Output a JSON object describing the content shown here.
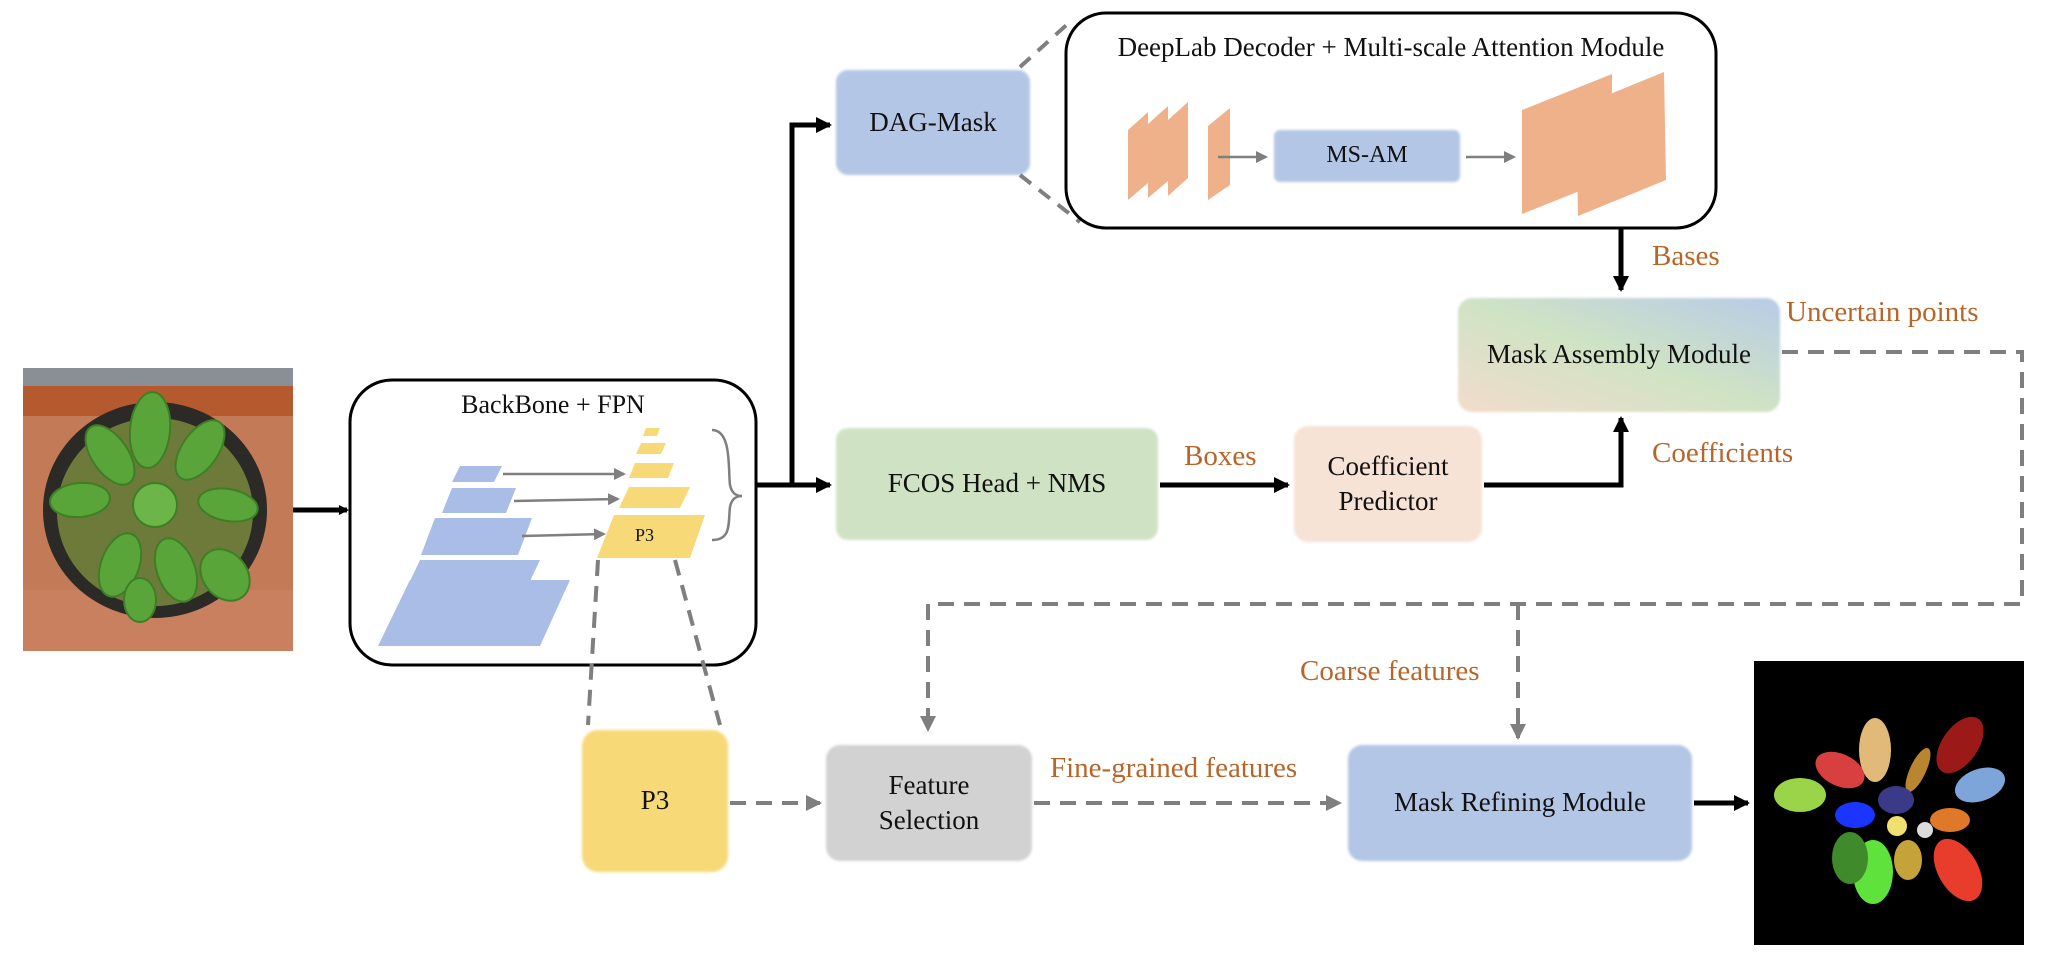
{
  "colors": {
    "blue_box": "#b4c6e6",
    "green_box": "#cfe3c4",
    "peach_box": "#f7e2d6",
    "yellow": "#f8d978",
    "gray_box": "#d2d2d2",
    "feature_orange": "#efb18a",
    "label_orange": "#b8652a",
    "dash_gray": "#7f7f7f"
  },
  "input_image": {
    "name": "plant-photo"
  },
  "output_image": {
    "name": "segmentation-mask"
  },
  "backbone": {
    "title": "BackBone + FPN",
    "p3_tag": "P3"
  },
  "decoder": {
    "title": "DeepLab Decoder + Multi-scale Attention Module",
    "msam": "MS-AM"
  },
  "boxes": {
    "dag_mask": "DAG-Mask",
    "fcos": "FCOS Head + NMS",
    "coef_pred_line1": "Coefficient",
    "coef_pred_line2": "Predictor",
    "mask_assembly": "Mask Assembly Module",
    "p3": "P3",
    "feature_sel_line1": "Feature",
    "feature_sel_line2": "Selection",
    "mask_refining": "Mask Refining Module"
  },
  "edge_labels": {
    "boxes": "Boxes",
    "bases": "Bases",
    "coefficients": "Coefficients",
    "uncertain": "Uncertain points",
    "coarse": "Coarse features",
    "fine": "Fine-grained features"
  }
}
